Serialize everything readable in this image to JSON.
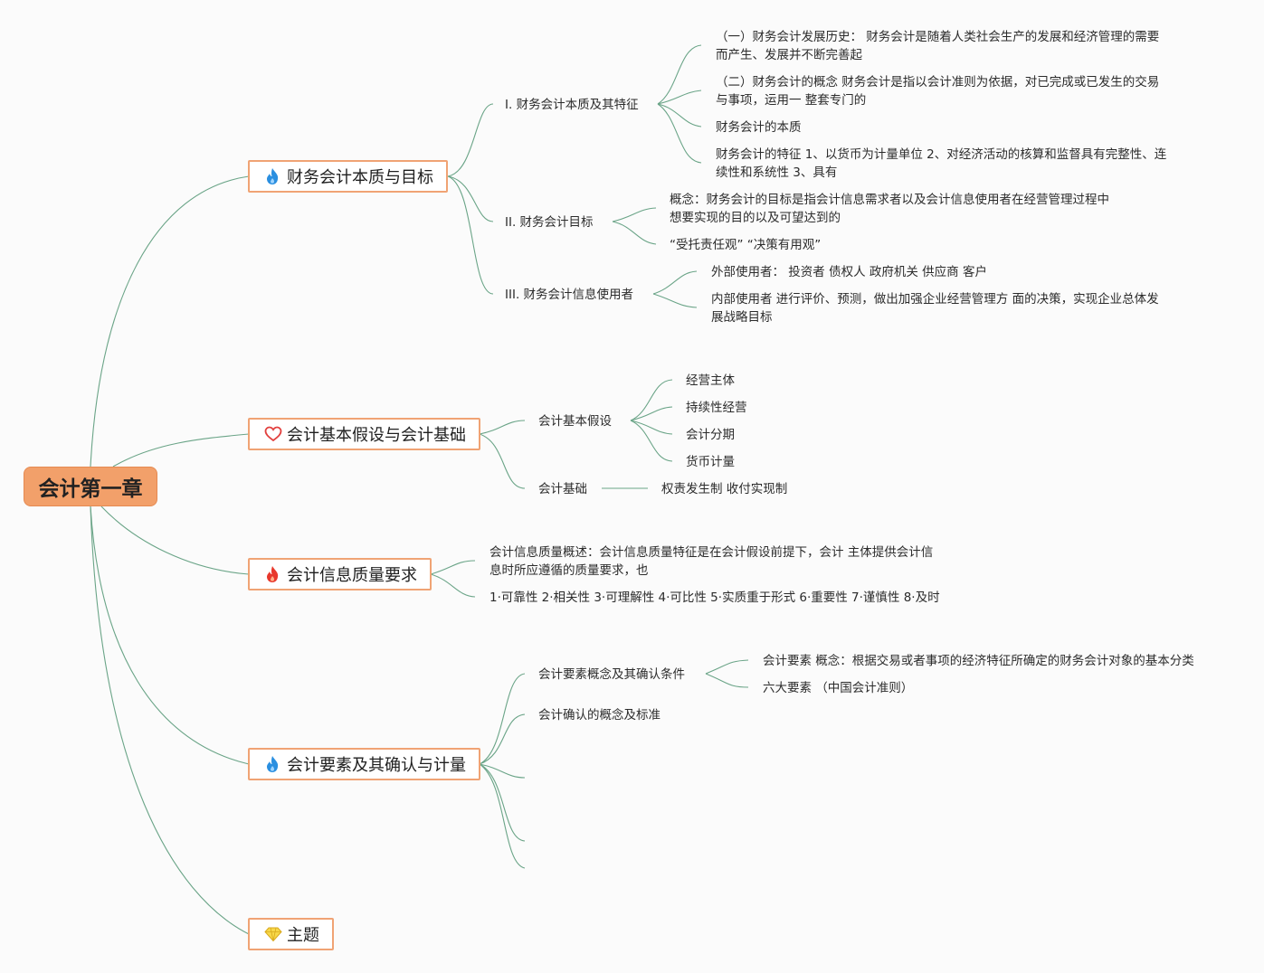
{
  "root": {
    "label": "会计第一章"
  },
  "topics": [
    {
      "label": "财务会计本质与目标",
      "icon": "flame-blue-icon"
    },
    {
      "label": "会计基本假设与会计基础",
      "icon": "heart-outline-icon"
    },
    {
      "label": "会计信息质量要求",
      "icon": "flame-red-icon"
    },
    {
      "label": "会计要素及其确认与计量",
      "icon": "flame-blue-icon"
    },
    {
      "label": "主题",
      "icon": "diamond-icon"
    }
  ],
  "t1": {
    "sub1": {
      "label": "I. 财务会计本质及其特征",
      "children": [
        "（一）财务会计发展历史： 财务会计是随着人类社会生产的发展和经济管理的需要 而产生、发展并不断完善起",
        "（二）财务会计的概念 财务会计是指以会计准则为依据，对已完成或已发生的交易与事项，运用一 整套专门的",
        "财务会计的本质",
        "财务会计的特征 1、以货币为计量单位 2、对经济活动的核算和监督具有完整性、连续性和系统性 3、具有"
      ]
    },
    "sub2": {
      "label": "II. 财务会计目标",
      "children": [
        "概念：财务会计的目标是指会计信息需求者以及会计信息使用者在经营管理过程中想要实现的目的以及可望达到的",
        "“受托责任观” “决策有用观”"
      ]
    },
    "sub3": {
      "label": "III. 财务会计信息使用者",
      "children": [
        "外部使用者： 投资者 债权人 政府机关 供应商 客户",
        "内部使用者 进行评价、预测，做出加强企业经营管理方 面的决策，实现企业总体发展战略目标"
      ]
    }
  },
  "t2": {
    "sub1": {
      "label": "会计基本假设",
      "children": [
        "经营主体",
        "持续性经营",
        "会计分期",
        "货币计量"
      ]
    },
    "sub2": {
      "label": "会计基础",
      "children": [
        "权责发生制 收付实现制"
      ]
    }
  },
  "t3": {
    "children": [
      "会计信息质量概述：会计信息质量特征是在会计假设前提下，会计 主体提供会计信息时所应遵循的质量要求，也",
      "1·可靠性 2·相关性 3·可理解性 4·可比性 5·实质重于形式 6·重要性 7·谨慎性 8·及时"
    ]
  },
  "t4": {
    "sub1": {
      "label": "会计要素概念及其确认条件",
      "children": [
        "会计要素 概念：根据交易或者事项的经济特征所确定的财务会计对象的基本分类",
        "六大要素 （中国会计准则）"
      ]
    },
    "sub2": {
      "label": "会计确认的概念及标准"
    }
  },
  "colors": {
    "line": "#6aa487",
    "root_fill": "#f2a06a",
    "topic_border": "#f0a374",
    "background": "#fbfbfb"
  }
}
